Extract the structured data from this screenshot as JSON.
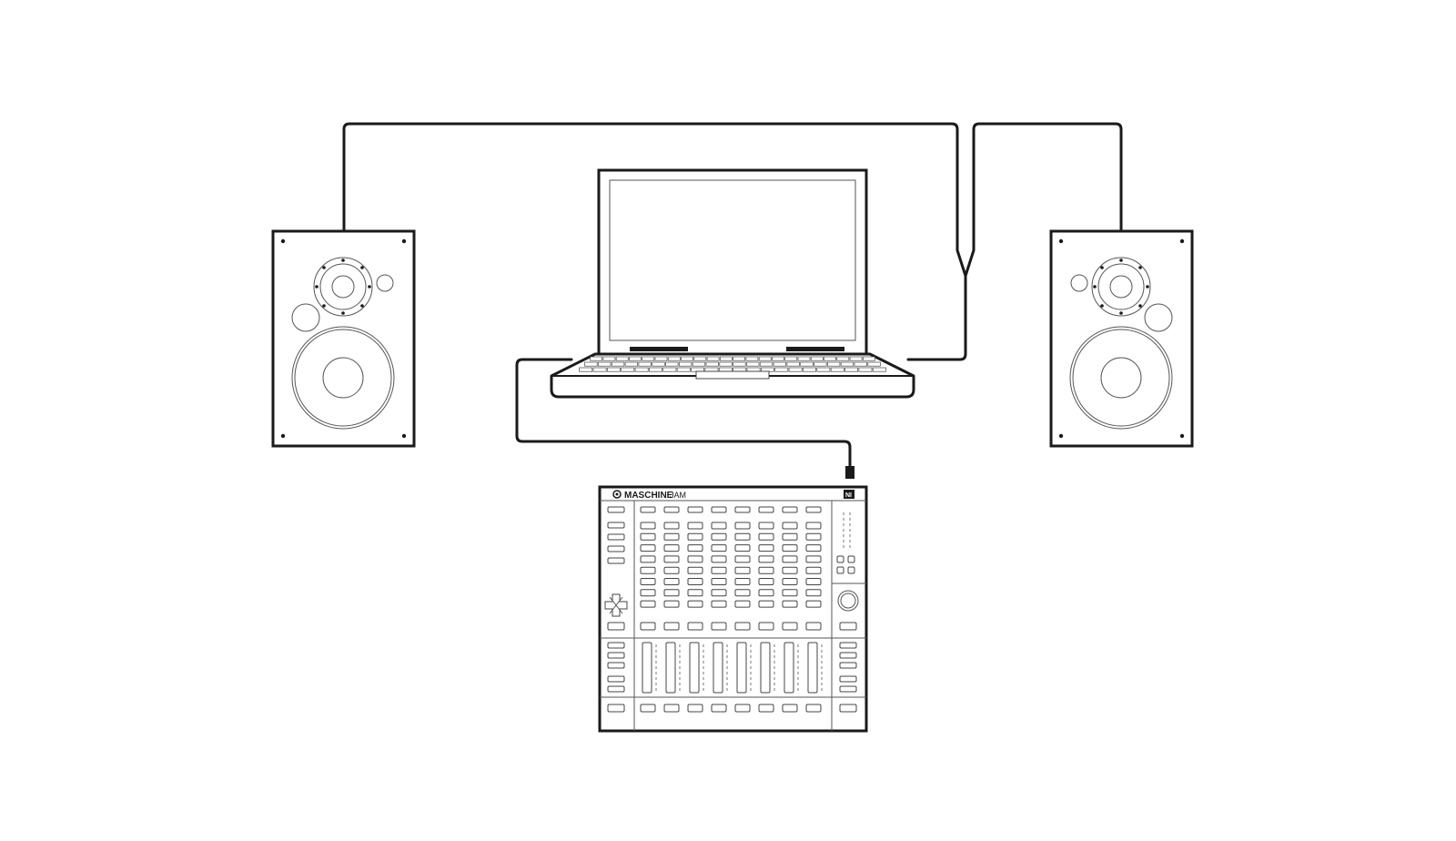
{
  "controller": {
    "brand_label": "MASCHINE",
    "model_label": "JAM",
    "logo_mark": "NI"
  },
  "colors": {
    "line": "#1a1a1a",
    "background": "#ffffff"
  },
  "icons": {
    "left_speaker": "speaker-icon",
    "right_speaker": "speaker-icon",
    "laptop": "laptop-icon",
    "controller": "controller-icon",
    "dpad": "dpad-icon",
    "encoder": "knob-icon"
  }
}
